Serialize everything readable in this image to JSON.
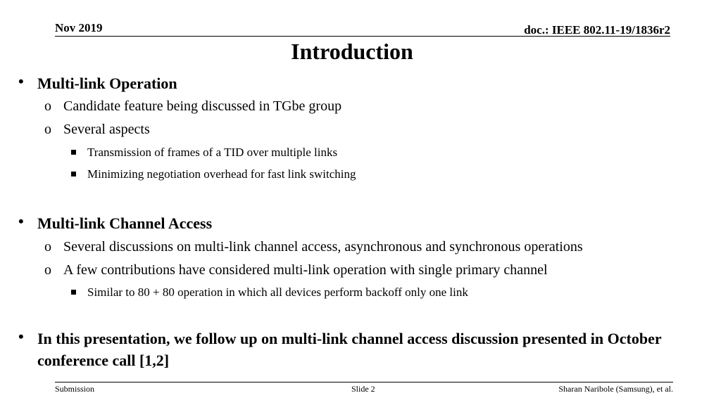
{
  "header": {
    "date": "Nov 2019",
    "doc": "doc.: IEEE 802.11-19/1836r2"
  },
  "title": "Introduction",
  "bullets": [
    {
      "text": "Multi-link Operation",
      "sub": [
        "Candidate feature being discussed in TGbe group",
        "Several aspects"
      ],
      "subsub": [
        "Transmission of frames of a TID over multiple links",
        "Minimizing negotiation overhead for fast link switching"
      ]
    },
    {
      "text": "Multi-link Channel Access",
      "sub": [
        "Several discussions on multi-link channel access, asynchronous and synchronous operations",
        "A few contributions have considered multi-link operation with single primary channel"
      ],
      "subsub": [
        "Similar to 80 + 80 operation in which all devices perform backoff only one link"
      ]
    },
    {
      "text": "In this presentation, we follow up on multi-link channel access discussion presented in October conference call [1,2]"
    }
  ],
  "symbols": {
    "bullet": "•",
    "sub_bullet": "o"
  },
  "footer": {
    "left": "Submission",
    "center": "Slide 2",
    "right": "Sharan Naribole (Samsung), et al."
  }
}
